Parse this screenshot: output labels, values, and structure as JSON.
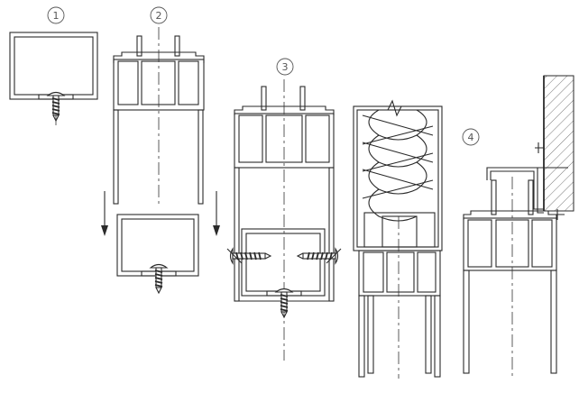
{
  "steps": [
    {
      "label": "1"
    },
    {
      "label": "2"
    },
    {
      "label": "3"
    },
    {
      "label": "4"
    }
  ],
  "colors": {
    "line": "#2a2a2a",
    "hatch": "#555555"
  }
}
